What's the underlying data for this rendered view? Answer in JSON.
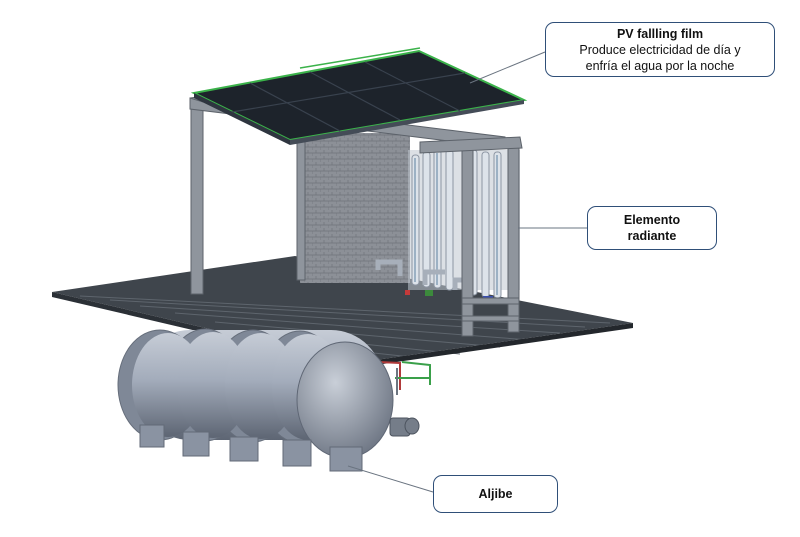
{
  "diagram": {
    "callouts": {
      "pv_title": "PV fallling film",
      "pv_line1": "Produce electricidad de día y",
      "pv_line2": "enfría el agua por la noche",
      "radiant_line1": "Elemento",
      "radiant_line2": "radiante",
      "aljibe": "Aljibe"
    },
    "colors": {
      "callout_border": "#2f4f78",
      "leader_line": "#6a7480",
      "panel": "#1f2630",
      "panel_frame": "#3bb24a",
      "structure": "#8f959d",
      "floor": "#3e444b",
      "tank": "#9aa3b2"
    }
  }
}
